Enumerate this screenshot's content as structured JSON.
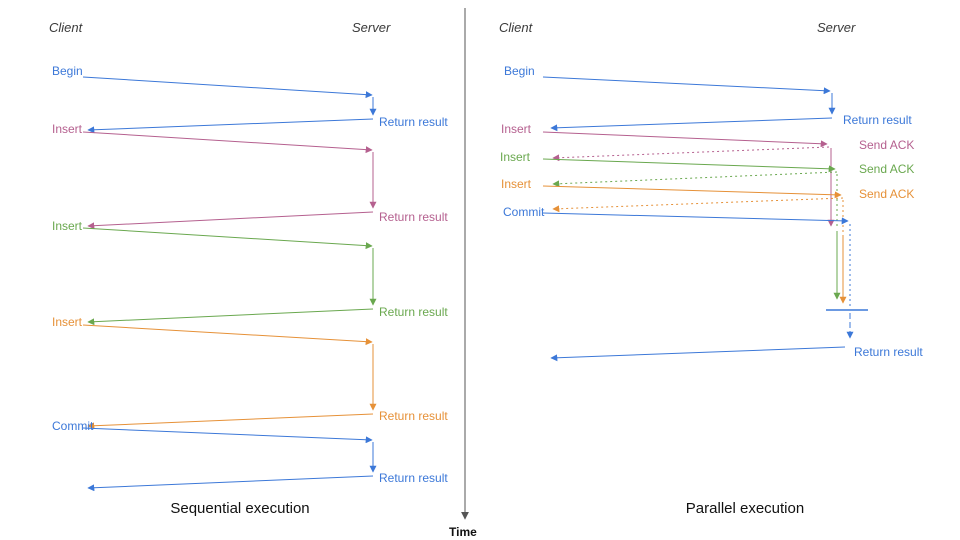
{
  "colors": {
    "blue": "#3c78d8",
    "pink": "#b5608f",
    "green": "#6aa84f",
    "orange": "#e69138",
    "axis": "#555555",
    "text": "#3a3a3a"
  },
  "time_axis": {
    "label": "Time"
  },
  "left": {
    "caption": "Sequential execution",
    "client": "Client",
    "server": "Server",
    "rows": [
      {
        "req": "Begin",
        "res": "Return result"
      },
      {
        "req": "Insert",
        "res": "Return result"
      },
      {
        "req": "Insert",
        "res": "Return result"
      },
      {
        "req": "Insert",
        "res": "Return result"
      },
      {
        "req": "Commit",
        "res": "Return result"
      }
    ]
  },
  "right": {
    "caption": "Parallel execution",
    "client": "Client",
    "server": "Server",
    "rows": [
      {
        "req": "Begin",
        "res": "Return result"
      },
      {
        "req": "Insert",
        "res": "Send ACK"
      },
      {
        "req": "Insert",
        "res": "Send ACK"
      },
      {
        "req": "Insert",
        "res": "Send ACK"
      },
      {
        "req": "Commit",
        "res": "Return result"
      }
    ]
  }
}
